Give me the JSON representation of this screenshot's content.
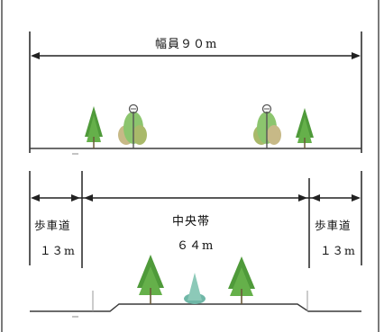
{
  "top_section": {
    "total_width_label": "幅員９０m"
  },
  "bottom_section": {
    "left_sidewalk": {
      "title": "歩車道",
      "width": "１３m"
    },
    "median": {
      "title": "中央帯",
      "width": "６４m"
    },
    "right_sidewalk": {
      "title": "歩車道",
      "width": "１３m"
    }
  },
  "colors": {
    "line": "#1a1a1a",
    "tree_dark": "#4f9a3a",
    "tree_light": "#8cc56e",
    "tree_olive": "#a9b96a",
    "ground": "#3a3a3a",
    "accent_teal": "#6fb7a7"
  }
}
